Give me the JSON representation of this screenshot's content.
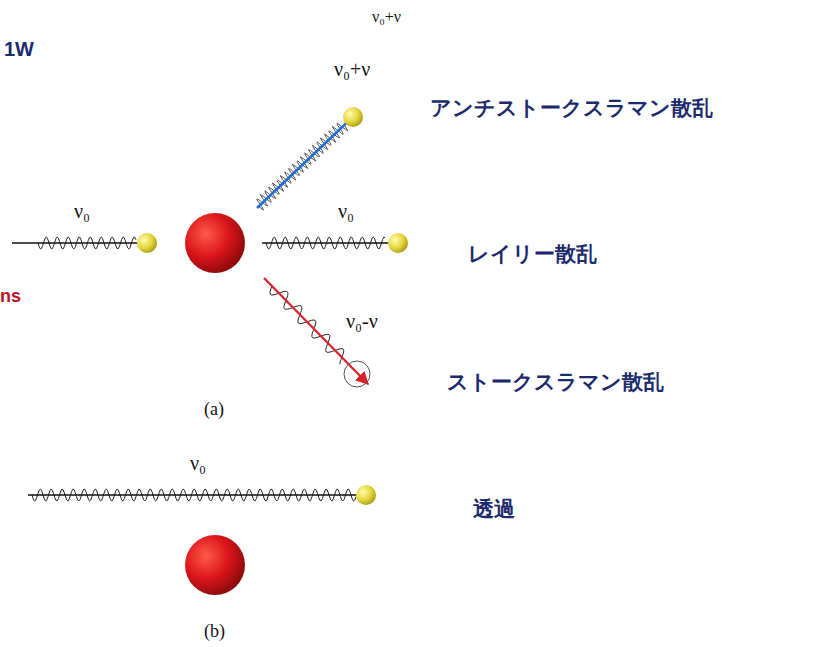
{
  "diagram": {
    "labels": [
      "1W",
      "ns",
      "ν₀+ν",
      "ν₀+ν",
      "アンチストークスラマン散乱",
      "ν₀",
      "ν₀",
      "レイリー散乱",
      "ν₀-ν",
      "ストークスラマン散乱",
      "(a)",
      "ν₀",
      "透過",
      "(b)"
    ]
  }
}
